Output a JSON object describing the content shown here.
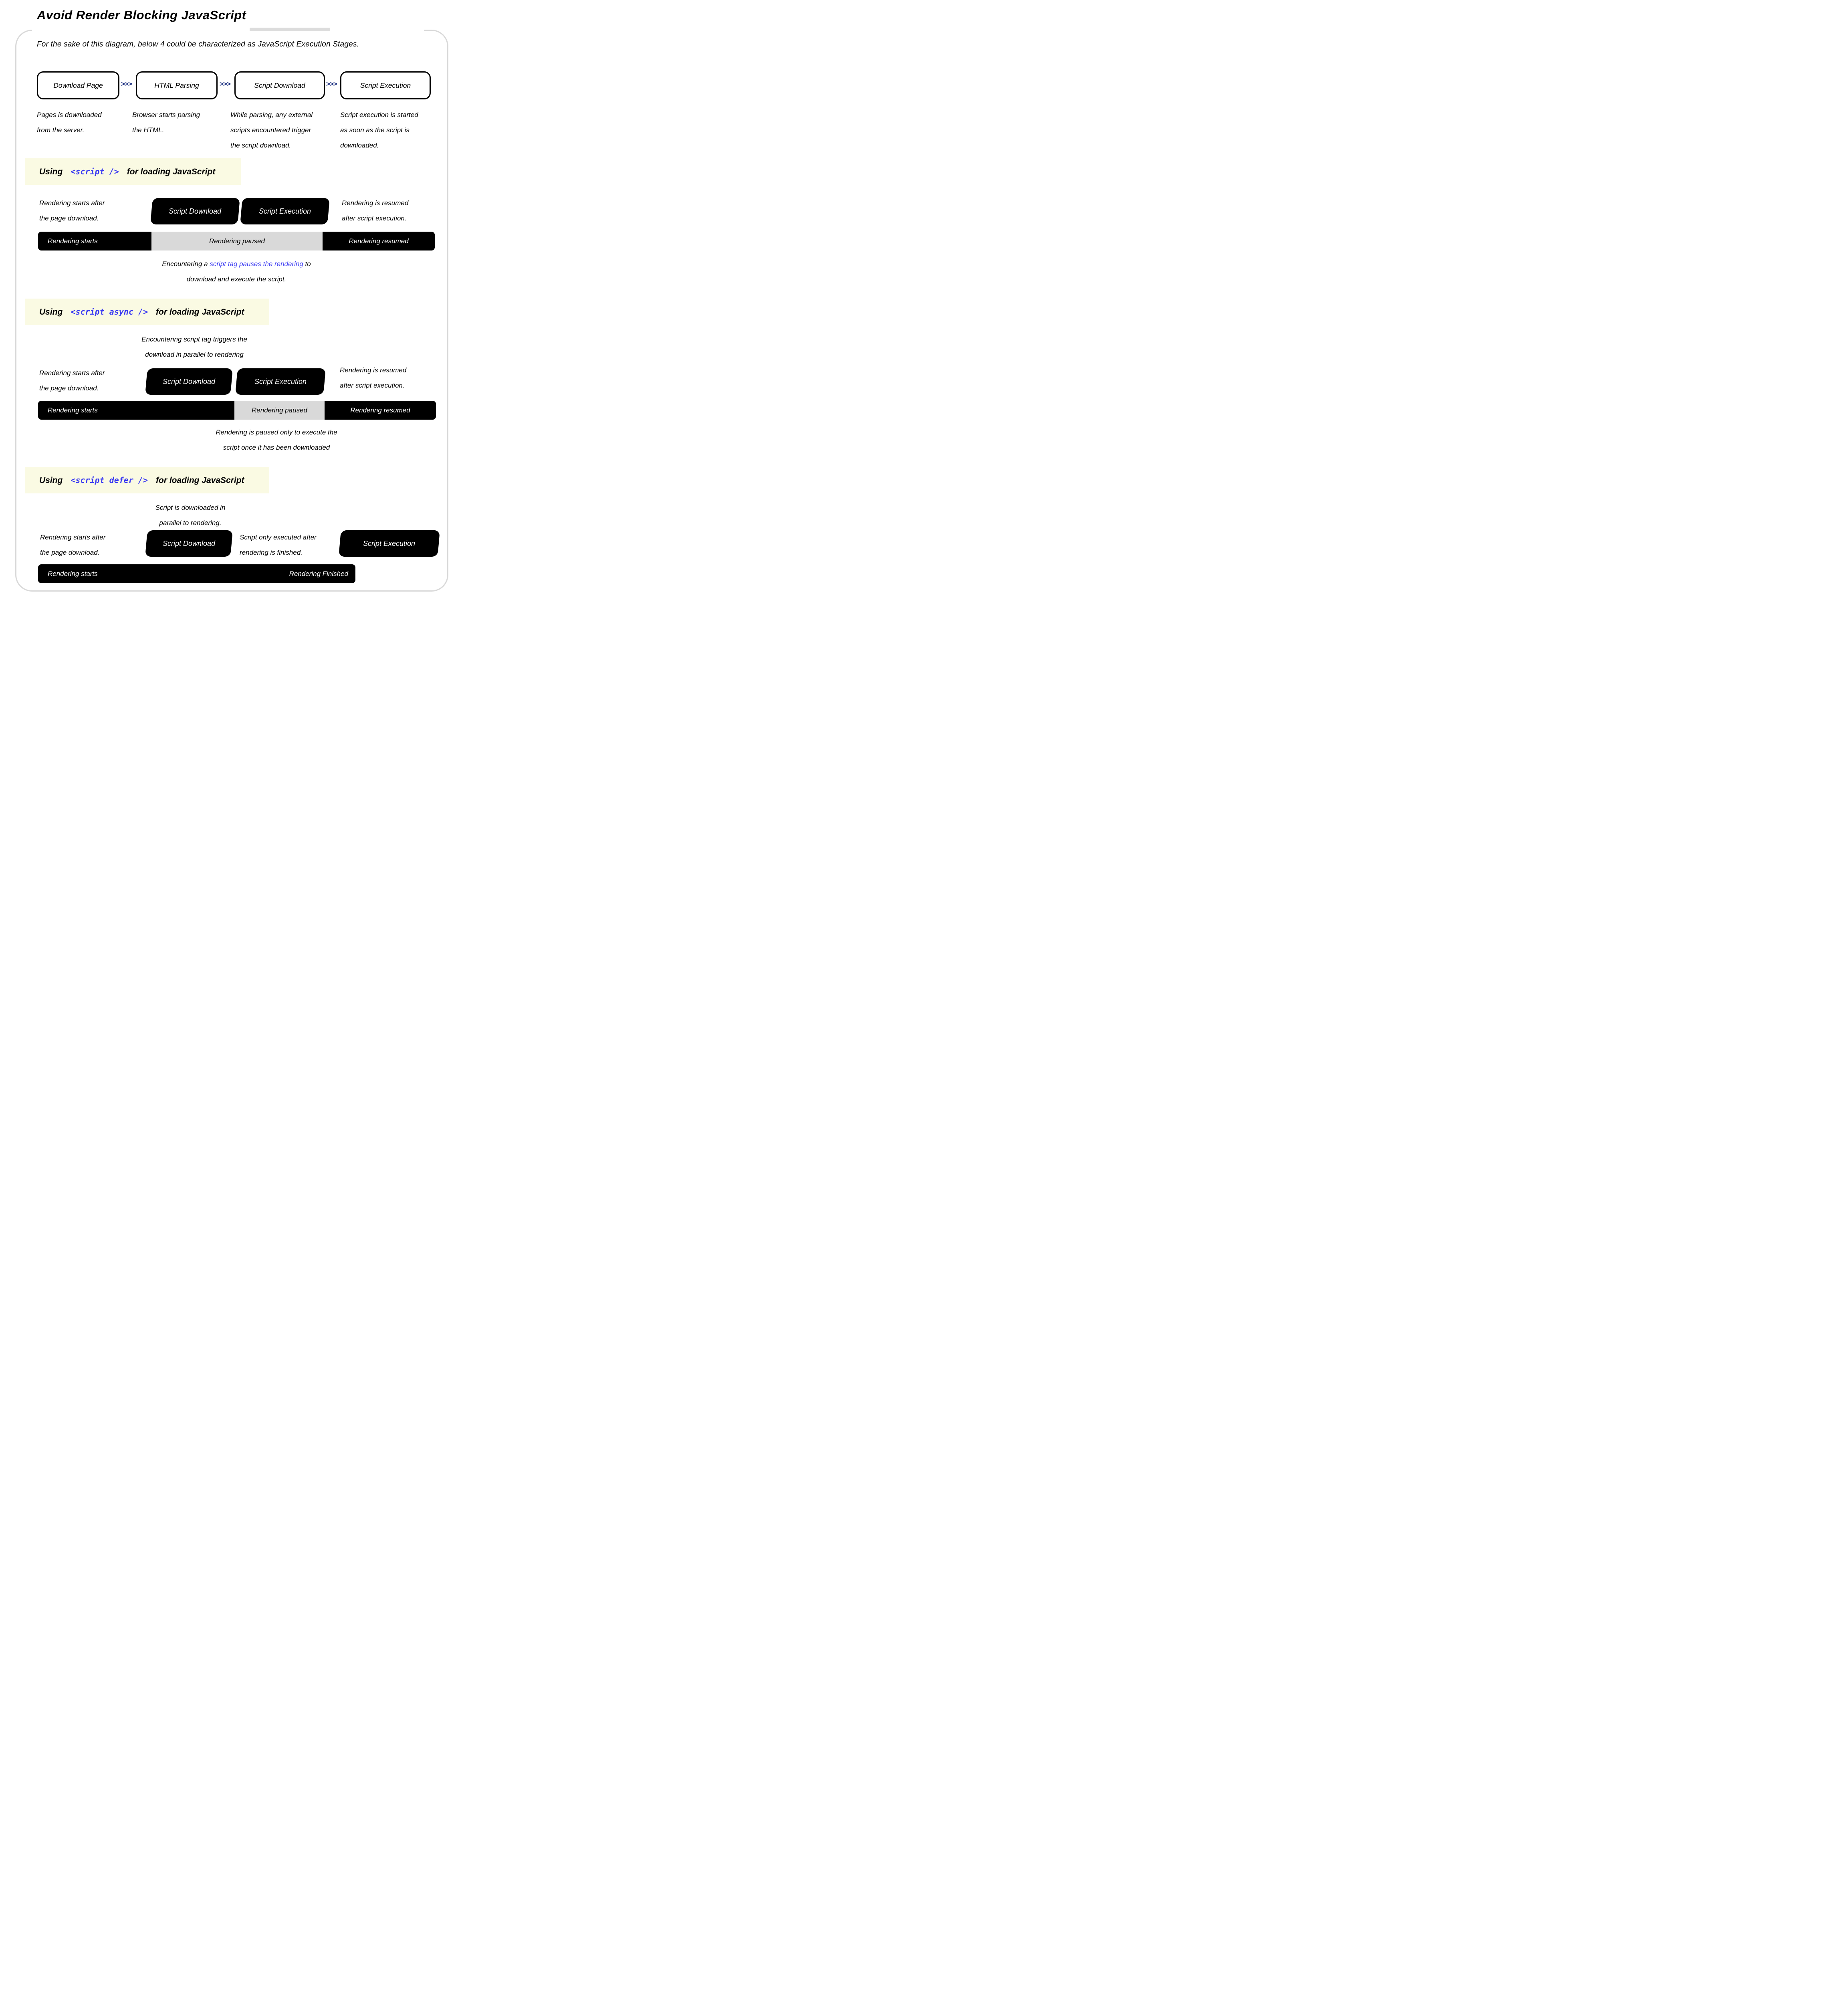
{
  "title": "Avoid Render Blocking JavaScript",
  "subtitle": "For the sake of this diagram, below 4 could be characterized as JavaScript Execution Stages.",
  "colors": {
    "accent_blue": "#3b3bf2",
    "chevron_navy": "#1b2f80",
    "band_yellow": "#fafae3",
    "bar_black": "#000000",
    "bar_gray": "#d9d9d9",
    "frame_gray": "#d9d9d9"
  },
  "stages": {
    "chevron": ">>>",
    "items": [
      {
        "label": "Download Page",
        "desc_line1": "Pages is downloaded",
        "desc_line2": "from the server.",
        "desc_line3": ""
      },
      {
        "label": "HTML Parsing",
        "desc_line1": "Browser starts parsing",
        "desc_line2": "the HTML.",
        "desc_line3": ""
      },
      {
        "label": "Script Download",
        "desc_line1": "While parsing, any external",
        "desc_line2": "scripts encountered trigger",
        "desc_line3": "the script download."
      },
      {
        "label": "Script Execution",
        "desc_line1": "Script execution is started",
        "desc_line2": "as soon as the script is",
        "desc_line3": "downloaded."
      }
    ]
  },
  "sections": {
    "plain": {
      "heading_using": "Using",
      "heading_code": "<script />",
      "heading_rest": "for loading JavaScript",
      "left_note_line1": "Rendering starts after",
      "left_note_line2": "the page download.",
      "chip_download": "Script Download",
      "chip_execution": "Script Execution",
      "right_note_line1": "Rendering is resumed",
      "right_note_line2": "after script execution.",
      "bar_start": "Rendering starts",
      "bar_paused": "Rendering paused",
      "bar_resumed": "Rendering resumed",
      "below_note_pre": "Encountering a ",
      "below_note_blue": "script tag pauses the rendering",
      "below_note_post": " to",
      "below_note_line2": "download and execute the script."
    },
    "async": {
      "heading_using": "Using",
      "heading_code": "<script async />",
      "heading_rest": "for loading JavaScript",
      "top_note_line1": "Encountering script tag triggers the",
      "top_note_line2": "download in parallel to rendering",
      "left_note_line1": "Rendering starts after",
      "left_note_line2": "the page download.",
      "chip_download": "Script Download",
      "chip_execution": "Script Execution",
      "right_note_line1": "Rendering is resumed",
      "right_note_line2": "after script execution.",
      "bar_start": "Rendering starts",
      "bar_paused": "Rendering paused",
      "bar_resumed": "Rendering resumed",
      "below_note_line1": "Rendering is paused only to execute the",
      "below_note_line2": "script once it has been downloaded"
    },
    "defer": {
      "heading_using": "Using",
      "heading_code": "<script defer />",
      "heading_rest": "for loading JavaScript",
      "top_note_line1": "Script is downloaded in",
      "top_note_line2": "parallel to rendering.",
      "left_note_line1": "Rendering starts after",
      "left_note_line2": "the page download.",
      "chip_download": "Script Download",
      "mid_note_line1": "Script only executed after",
      "mid_note_line2": "rendering is finished.",
      "chip_execution": "Script Execution",
      "bar_start": "Rendering starts",
      "bar_finished": "Rendering Finished"
    }
  }
}
